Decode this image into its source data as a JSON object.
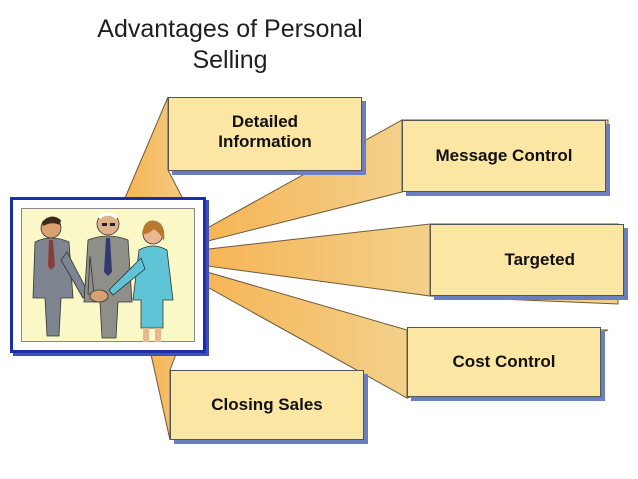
{
  "title": {
    "line1": "Advantages of Personal",
    "line2": "Selling"
  },
  "items": {
    "detailed_information": {
      "line1": "Detailed",
      "line2": "Information"
    },
    "message_control": "Message Control",
    "targeted": "Targeted",
    "cost_control": "Cost Control",
    "closing_sales": "Closing Sales"
  },
  "colors": {
    "ray_fill": "#f0a848",
    "box_fill": "#fce6a4",
    "box_shadow": "#6a7fc2",
    "frame_border": "#1b2fa8",
    "picture_background": "#fbf8c8"
  },
  "image": {
    "icon": "business-handshake-illustration"
  }
}
